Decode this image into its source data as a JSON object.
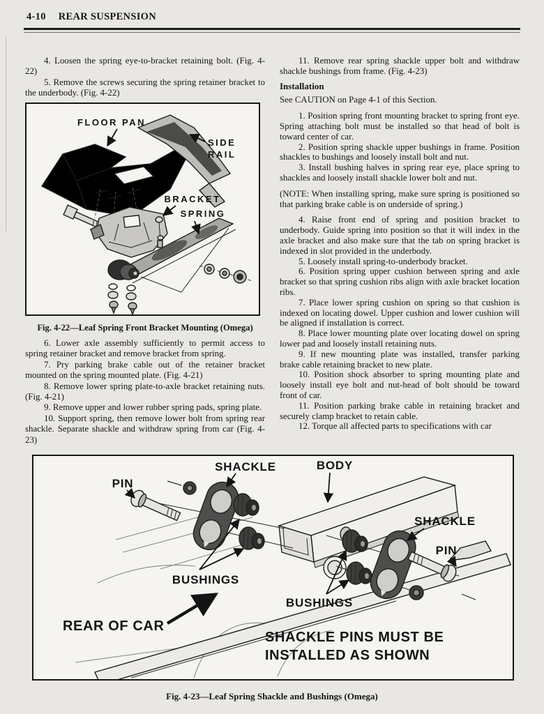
{
  "colors": {
    "paper": "#e9e7e3",
    "figure_paper": "#f5f4f0",
    "ink": "#161616"
  },
  "header": {
    "page_number": "4-10",
    "section_title": "REAR SUSPENSION"
  },
  "left_column": {
    "steps_top": [
      "4. Loosen the spring eye-to-bracket retaining bolt. (Fig. 4-22)",
      "5. Remove the screws securing the spring retainer bracket to the underbody. (Fig. 4-22)"
    ],
    "steps_bottom": [
      "6. Lower axle assembly sufficiently to permit access to spring retainer bracket and remove bracket from spring.",
      "7. Pry parking brake cable out of the retainer bracket mounted on the spring mounted plate. (Fig. 4-21)",
      "8. Remove lower spring plate-to-axle bracket retaining nuts. (Fig. 4-21)",
      "9. Remove upper and lower rubber spring pads, spring plate.",
      "10. Support spring, then remove lower bolt from spring rear shackle. Separate shackle and withdraw spring from car (Fig. 4-23)"
    ]
  },
  "right_column": {
    "step_11": "11. Remove rear spring shackle upper bolt and withdraw shackle bushings from frame. (Fig. 4-23)",
    "installation_heading": "Installation",
    "caution": "See CAUTION on Page 4-1 of this Section.",
    "steps_1_3": [
      "1. Position spring front mounting bracket to spring front eye. Spring attaching bolt must be installed so that head of bolt is toward center of car.",
      "2. Position spring shackle upper bushings in frame. Position shackles to bushings and loosely install bolt and nut.",
      "3. Install bushing halves in spring rear eye, place spring to shackles and loosely install shackle lower bolt and nut."
    ],
    "note": "(NOTE: When installing spring, make sure spring is positioned so that parking brake cable is on underside of spring.)",
    "steps_4_12": [
      "4. Raise front end of spring and position bracket to underbody. Guide spring into position so that it will index in the axle bracket and also make sure that the tab on spring bracket is indexed in slot provided in the underbody.",
      "5. Loosely install spring-to-underbody bracket.",
      "6. Position spring upper cushion between spring and axle bracket so that spring cushion ribs align with axle bracket location ribs.",
      "7. Place lower spring cushion on spring so that cushion is indexed on locating dowel. Upper cushion and lower cushion will be aligned if installation is correct.",
      "8. Place lower mounting plate over locating dowel on spring lower pad and loosely install retaining nuts.",
      "9. If new mounting plate was installed, transfer parking brake cable retaining bracket to new plate.",
      "10. Position shock absorber to spring mounting plate and loosely install eye bolt and nut-head of bolt should be toward front of car.",
      "11. Position parking brake cable in retaining bracket and securely clamp bracket to retain cable.",
      "12. Torque all affected parts to specifications with car"
    ]
  },
  "figure_22": {
    "caption": "Fig. 4-22—Leaf Spring Front Bracket Mounting (Omega)",
    "labels": {
      "floor_pan": "FLOOR PAN",
      "side": "SIDE",
      "rail": "RAIL",
      "bracket": "BRACKET",
      "spring": "SPRING"
    }
  },
  "figure_23": {
    "caption": "Fig. 4-23—Leaf Spring Shackle and Bushings (Omega)",
    "labels": {
      "shackle_left": "SHACKLE",
      "body": "BODY",
      "pin_left": "PIN",
      "shackle_right": "SHACKLE",
      "pin_right": "PIN",
      "bushings_left": "BUSHINGS",
      "bushings_right": "BUSHINGS",
      "rear_of_car": "REAR OF CAR",
      "note_line1": "SHACKLE PINS MUST BE",
      "note_line2": "INSTALLED AS SHOWN"
    }
  }
}
